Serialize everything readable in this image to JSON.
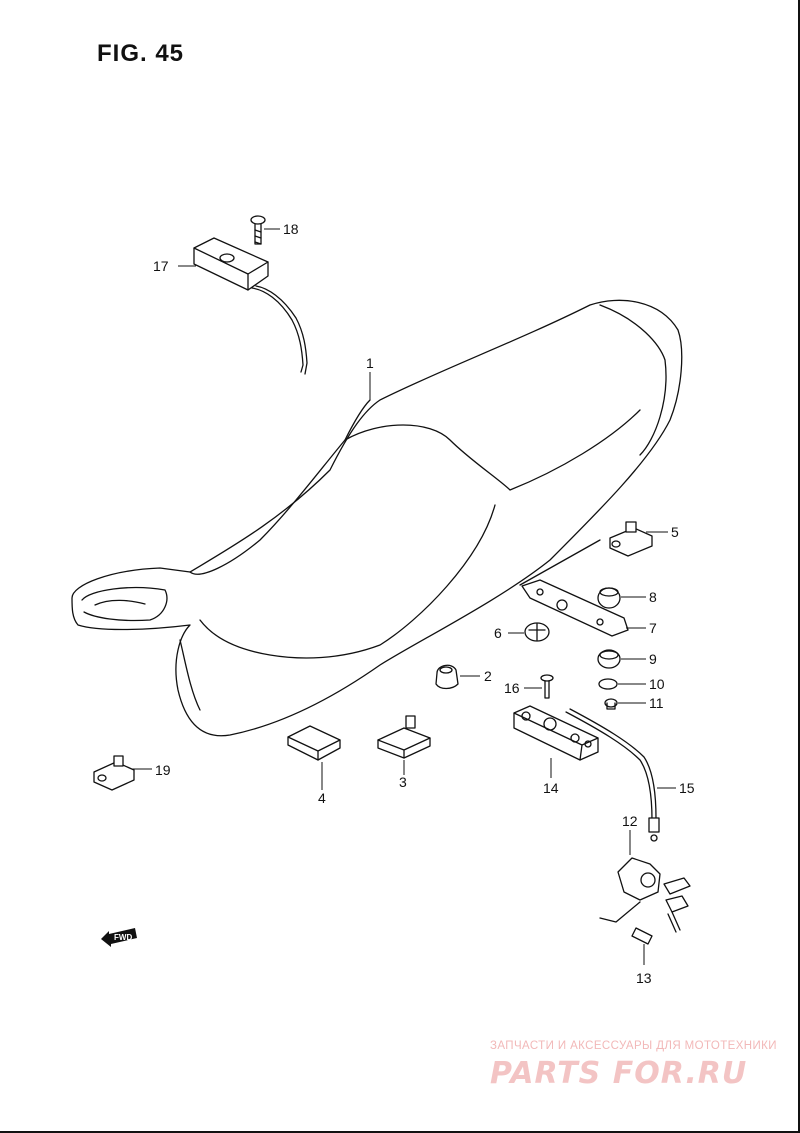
{
  "figure": {
    "title": "FIG. 45"
  },
  "parts": {
    "p1": "1",
    "p2": "2",
    "p3": "3",
    "p4": "4",
    "p5": "5",
    "p6": "6",
    "p7": "7",
    "p8": "8",
    "p9": "9",
    "p10": "10",
    "p11": "11",
    "p12": "12",
    "p13": "13",
    "p14": "14",
    "p15": "15",
    "p16": "16",
    "p17": "17",
    "p18": "18",
    "p19": "19"
  },
  "fwd_label": "FWD",
  "watermark": {
    "tagline": "ЗАПЧАСТИ И АКСЕССУАРЫ ДЛЯ МОТОТЕХНИКИ",
    "logo": "PARTS FOR.RU",
    "color": "#f3c4c4"
  }
}
